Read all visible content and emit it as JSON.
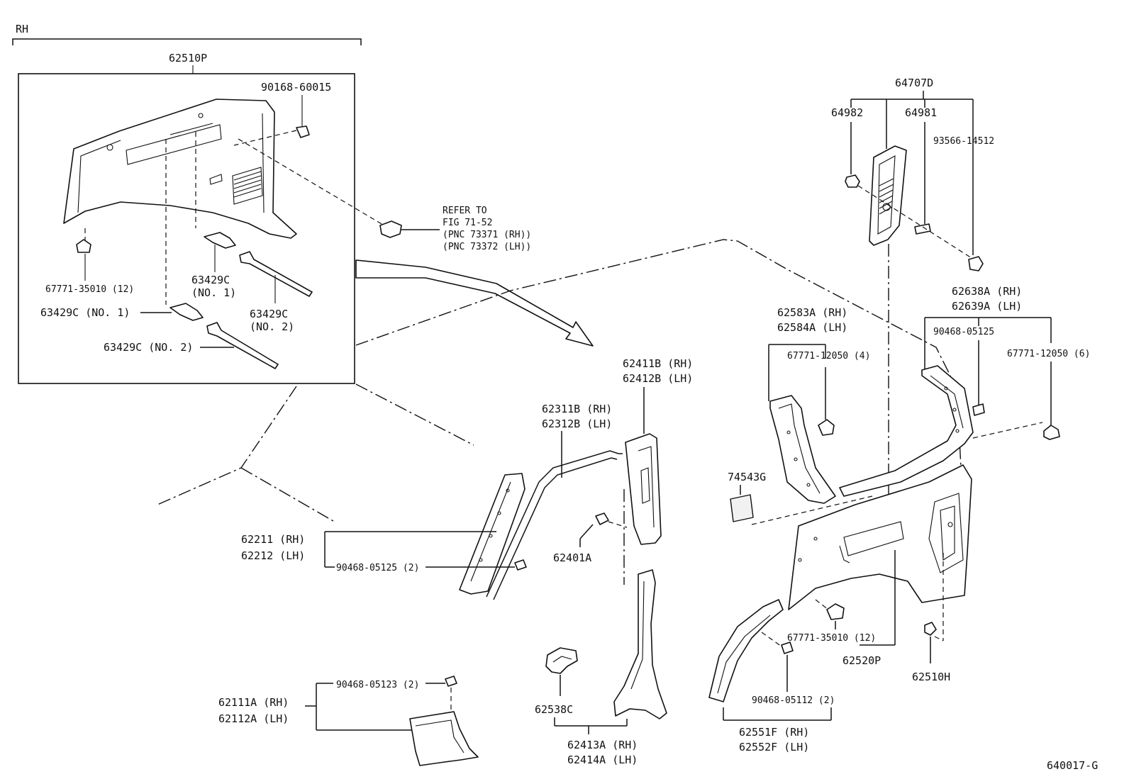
{
  "labels": {
    "section": "RH",
    "p62510P": "62510P",
    "p90168": "90168-60015",
    "refer1": "REFER TO",
    "refer2": "FIG 71-52",
    "refer3": "(PNC 73371 (RH))",
    "refer4": "(PNC 73372 (LH))",
    "p67771_35010_top": "67771-35010 (12)",
    "p63429C_a": "63429C",
    "p63429C_a_no": "(NO. 1)",
    "p63429C_b": "63429C",
    "p63429C_b_no": "(NO. 2)",
    "p63429C_c": "63429C (NO. 1)",
    "p63429C_d": "63429C (NO. 2)",
    "p64707D": "64707D",
    "p64982": "64982",
    "p64981": "64981",
    "p93566": "93566-14512",
    "p62638A": "62638A (RH)",
    "p62639A": "62639A (LH)",
    "p90468_05125_r": "90468-05125",
    "p67771_12050_6": "67771-12050 (6)",
    "p62583A": "62583A (RH)",
    "p62584A": "62584A (LH)",
    "p67771_12050_4": "67771-12050 (4)",
    "p62411B": "62411B (RH)",
    "p62412B": "62412B (LH)",
    "p62311B": "62311B (RH)",
    "p62312B": "62312B (LH)",
    "p74543G": "74543G",
    "p62211": "62211 (RH)",
    "p62212": "62212 (LH)",
    "p90468_05125_2": "90468-05125 (2)",
    "p62401A": "62401A",
    "p67771_35010_bot": "67771-35010 (12)",
    "p62520P": "62520P",
    "p62510H": "62510H",
    "p90468_05112": "90468-05112 (2)",
    "p62538C": "62538C",
    "p90468_05123": "90468-05123 (2)",
    "p62111A": "62111A (RH)",
    "p62112A": "62112A (LH)",
    "p62551F": "62551F (RH)",
    "p62552F": "62552F (LH)",
    "p62413A": "62413A (RH)",
    "p62414A": "62414A (LH)",
    "figure_id": "640017-G"
  }
}
